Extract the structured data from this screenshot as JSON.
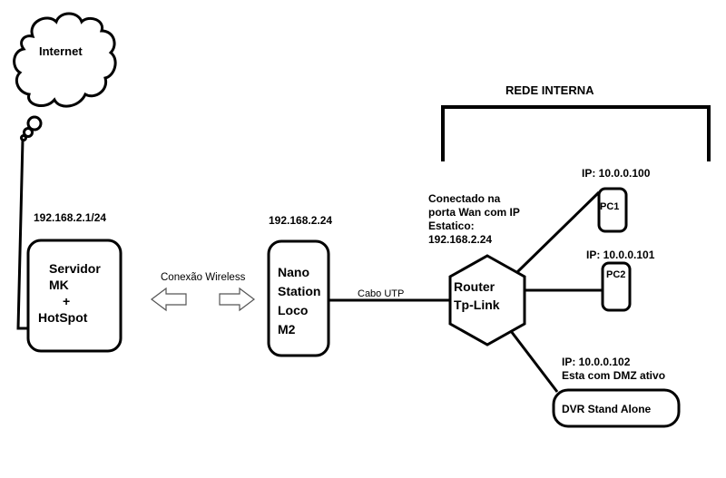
{
  "internet": {
    "label": "Internet"
  },
  "server": {
    "ip": "192.168.2.1/24",
    "lines": [
      "Servidor",
      "MK",
      "+",
      "HotSpot"
    ]
  },
  "wireless": {
    "label": "Conexão Wireless"
  },
  "nanostation": {
    "ip": "192.168.2.24",
    "lines": [
      "Nano",
      "Station",
      "Loco",
      "M2"
    ]
  },
  "cable": {
    "label": "Cabo UTP"
  },
  "router": {
    "note_lines": [
      "Conectado na",
      "porta Wan com IP",
      "Estatico:",
      "192.168.2.24"
    ],
    "lines": [
      "Router",
      "Tp-Link"
    ]
  },
  "internal_network": {
    "label": "REDE INTERNA"
  },
  "pc1": {
    "ip": "IP: 10.0.0.100",
    "label": "PC1"
  },
  "pc2": {
    "ip": "IP: 10.0.0.101",
    "label": "PC2"
  },
  "dvr": {
    "ip": "IP: 10.0.0.102",
    "note": "Esta com DMZ ativo",
    "label": "DVR Stand Alone"
  }
}
